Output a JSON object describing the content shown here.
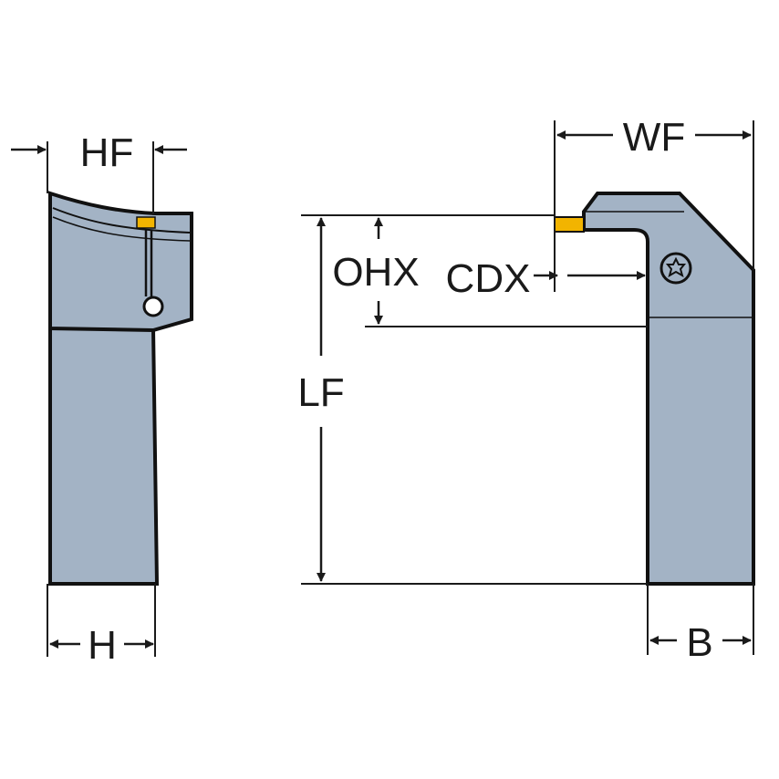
{
  "dimensions": {
    "hf": "HF",
    "h": "H",
    "wf": "WF",
    "ohx": "OHX",
    "cdx": "CDX",
    "lf": "LF",
    "b": "B"
  },
  "colors": {
    "body": "#a3b3c5",
    "body_dark": "#8d9db0",
    "outline": "#111111",
    "insert": "#f2b400",
    "line": "#1a1a1a"
  }
}
